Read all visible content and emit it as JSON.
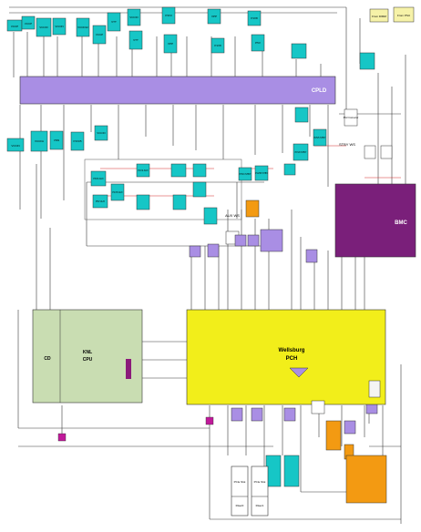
{
  "blocks": {
    "cpld": "CPLD",
    "bmc": "BMC",
    "pch_line1": "Wellsburg",
    "pch_line2": "PCH",
    "cpu_line1": "KNL",
    "cpu_line2": "CPU",
    "cd": "CD",
    "pcie_slot_1": "PCIe Slot",
    "pcie_slot_2": "PCIe Slot",
    "riser_1": "Riser0",
    "riser_2": "Riser1",
    "from_dimm": "From DIMM",
    "from_psu": "From PSU",
    "psu_connector": "PSU Connector",
    "stby_ws": "STBY WS",
    "aux_ws": "AUX WS"
  },
  "regulators_top": [
    "VCCP",
    "VCCP",
    "VCCIO",
    "VCCIN",
    "VCCD12",
    "VCCP",
    "VTT",
    "VCCIO",
    "VTT",
    "P3V3",
    "VPP",
    "VPP",
    "P1V8",
    "P1V8",
    "P5V"
  ],
  "regulators_left": [
    "VCCIN",
    "VCCFA",
    "VNN",
    "P1V05",
    "VCCIO"
  ],
  "stby_blocks": [
    "P3V3 STBY",
    "P1V05 STBY",
    "P1V8 STBY",
    "P2V5 STBY",
    "P3V3 AUX",
    "P5V AUX",
    "P1V5 AUX",
    "P1V2 AUX"
  ],
  "colors": {
    "cpld": "#a98ee4",
    "bmc": "#7a1f7a",
    "pch": "#f2ee1a",
    "cpu": "#c9ddb2",
    "regulator": "#16c6c6",
    "orange": "#f39a12",
    "wire": "#3a3a3a",
    "signal_red": "#d22b2b"
  }
}
